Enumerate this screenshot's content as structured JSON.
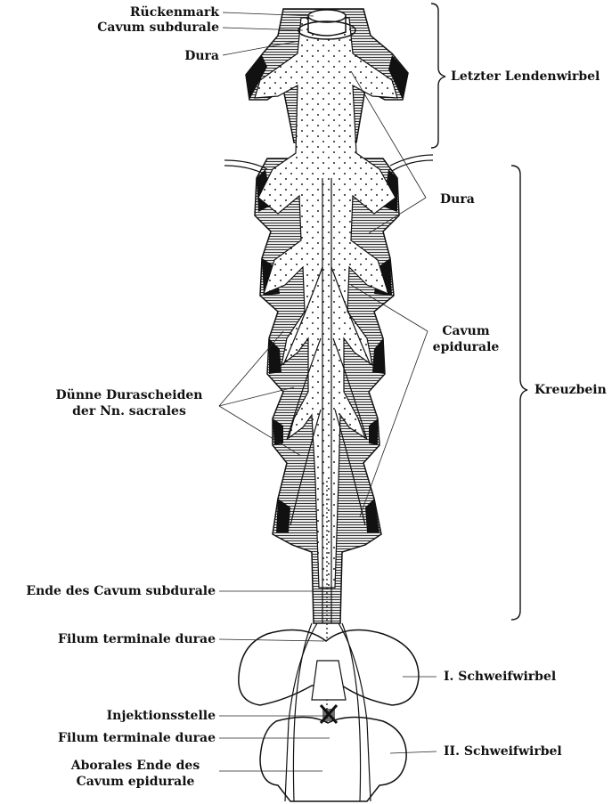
{
  "labels": {
    "rueckenmark": "Rückenmark",
    "cavum_subdurale": "Cavum subdurale",
    "dura_top": "Dura",
    "letzter_lendenwirbel": "Letzter Lendenwirbel",
    "dura_right": "Dura",
    "cavum_epidurale_1": "Cavum",
    "cavum_epidurale_2": "epidurale",
    "kreuzbein": "Kreuzbein",
    "duennedurascheiden_1": "Dünne Durascheiden",
    "duennedurascheiden_2": "der Nn. sacrales",
    "ende_cavum_subdurale": "Ende des Cavum subdurale",
    "filum_terminale_1": "Filum terminale durae",
    "schweifwirbel_1": "I. Schweifwirbel",
    "injektionsstelle": "Injektionsstelle",
    "filum_terminale_2": "Filum terminale durae",
    "schweifwirbel_2": "II. Schweifwirbel",
    "aborales_1": "Aborales Ende des",
    "aborales_2": "Cavum epidurale"
  },
  "colors": {
    "ink": "#111111",
    "paper": "#ffffff",
    "hatch": "#333333"
  }
}
